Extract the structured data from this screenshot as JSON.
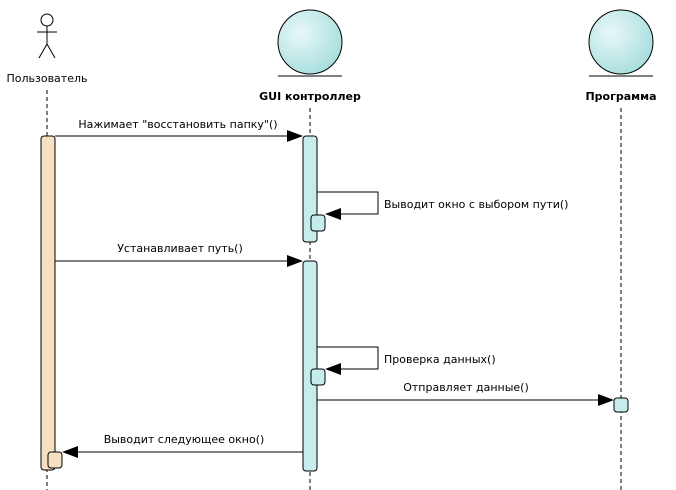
{
  "lifelines": {
    "user": "Пользователь",
    "gui": "GUI контроллер",
    "program": "Программа"
  },
  "messages": [
    "Нажимает \"восстановить папку\"()",
    "Выводит окно с выбором пути()",
    "Устанавливает путь()",
    "Проверка данных()",
    "Отправляет данные()",
    "Выводит следующее окно()"
  ],
  "colors": {
    "control_fill": "#c6ecec",
    "actor_activation_fill": "#f7dfc2",
    "line": "#000000"
  },
  "icons": {
    "user": "actor-stick-figure-icon",
    "gui": "control-circle-icon",
    "program": "control-circle-icon"
  }
}
